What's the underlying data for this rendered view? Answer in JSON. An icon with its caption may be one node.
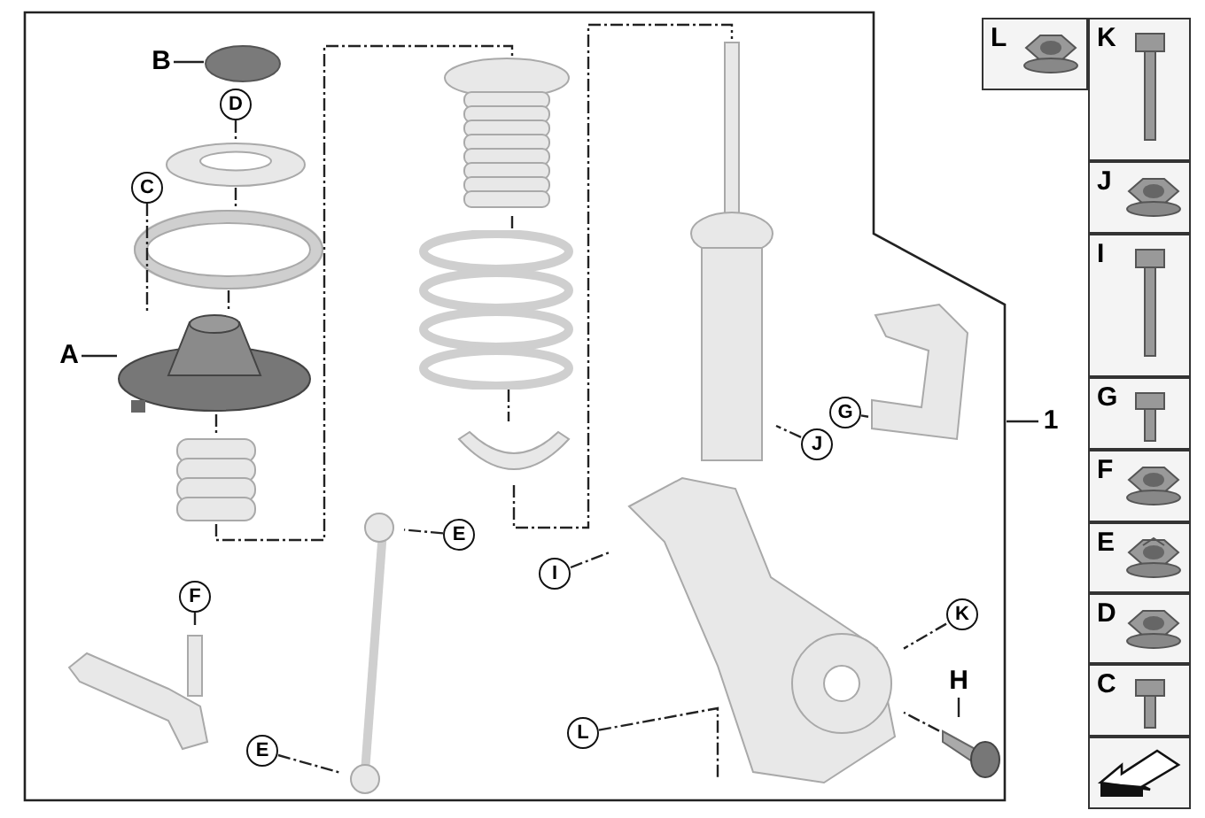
{
  "diagram": {
    "nodes": [
      {
        "text": [],
        "shape": "box"
      },
      {
        "text": [
          "1"
        ]
      },
      {
        "text": [
          "B"
        ],
        "in": 0
      },
      {
        "text": [],
        "shape": "circle",
        "in": 0
      },
      {
        "text": [
          "D"
        ],
        "in": 0
      },
      {
        "text": [],
        "shape": "picture",
        "in": 0
      },
      {
        "text": [
          "C"
        ],
        "in": 0
      },
      {
        "text": [],
        "shape": "picture",
        "in": 0
      },
      {
        "text": [
          "A"
        ],
        "in": 0
      },
      {
        "text": [],
        "shape": "picture",
        "in": 0
      },
      {
        "text": [],
        "shape": "picture",
        "in": 0
      },
      {
        "text": [],
        "shape": "picture",
        "in": 0
      },
      {
        "text": [],
        "shape": "picture",
        "in": 0
      },
      {
        "text": [],
        "shape": "picture",
        "in": 0
      },
      {
        "text": [
          "E"
        ],
        "in": 0
      },
      {
        "text": [],
        "shape": "picture",
        "in": 0
      },
      {
        "text": [
          "F"
        ],
        "in": 0
      },
      {
        "text": [],
        "shape": "picture",
        "in": 0
      },
      {
        "text": [
          "E"
        ],
        "in": 0
      },
      {
        "text": [],
        "shape": "picture",
        "in": 0
      },
      {
        "text": [
          "I"
        ],
        "in": 0
      },
      {
        "text": [],
        "shape": "picture",
        "in": 0
      },
      {
        "text": [
          "J"
        ],
        "in": 0
      },
      {
        "text": [
          "G"
        ],
        "in": 0
      },
      {
        "text": [],
        "shape": "picture",
        "in": 0
      },
      {
        "text": [
          "K"
        ],
        "in": 0
      },
      {
        "text": [
          "H"
        ],
        "in": 0
      },
      {
        "text": [],
        "shape": "picture",
        "in": 0
      },
      {
        "text": [
          "L"
        ],
        "in": 0
      },
      {
        "text": [
          "L"
        ]
      },
      {
        "text": [
          "K"
        ]
      },
      {
        "text": [
          "J"
        ]
      },
      {
        "text": [
          "I"
        ]
      },
      {
        "text": [
          "G"
        ]
      },
      {
        "text": [
          "F"
        ]
      },
      {
        "text": [
          "E"
        ]
      },
      {
        "text": [
          "D"
        ]
      },
      {
        "text": [
          "C"
        ]
      },
      {
        "text": [],
        "shape": "picture"
      }
    ],
    "edges": [
      {
        "from": 1,
        "to": 0,
        "arrow": "none"
      },
      {
        "from": 2,
        "to": 3,
        "arrow": "none"
      },
      {
        "from": 4,
        "to": 5,
        "arrow": "none",
        "style": "dashed"
      },
      {
        "from": 5,
        "to": 7,
        "arrow": "none",
        "style": "dashed"
      },
      {
        "from": 7,
        "to": 9,
        "arrow": "none",
        "style": "dashed"
      },
      {
        "from": 6,
        "to": 9,
        "arrow": "none",
        "style": "dashed"
      },
      {
        "from": 8,
        "to": 9,
        "arrow": "none"
      },
      {
        "from": 9,
        "to": 10,
        "arrow": "none",
        "style": "dashed"
      },
      {
        "from": 10,
        "to": 11,
        "arrow": "none",
        "style": "dashed"
      },
      {
        "from": 11,
        "to": 12,
        "arrow": "none",
        "style": "dashed"
      },
      {
        "from": 12,
        "to": 13,
        "arrow": "none",
        "style": "dashed"
      },
      {
        "from": 13,
        "to": 19,
        "arrow": "none",
        "style": "dashed"
      },
      {
        "from": 14,
        "to": 15,
        "arrow": "none",
        "style": "dashed"
      },
      {
        "from": 16,
        "to": 17,
        "arrow": "none",
        "style": "dashed"
      },
      {
        "from": 18,
        "to": 15,
        "arrow": "none",
        "style": "dashed"
      },
      {
        "from": 20,
        "to": 21,
        "arrow": "none",
        "style": "dashed"
      },
      {
        "from": 22,
        "to": 19,
        "arrow": "none",
        "style": "dashed"
      },
      {
        "from": 23,
        "to": 24,
        "arrow": "none",
        "style": "dashed"
      },
      {
        "from": 25,
        "to": 21,
        "arrow": "none",
        "style": "dashed"
      },
      {
        "from": 26,
        "to": 27,
        "arrow": "none"
      },
      {
        "from": 27,
        "to": 21,
        "arrow": "none",
        "style": "dashed"
      },
      {
        "from": 28,
        "to": 21,
        "arrow": "none",
        "style": "dashed"
      }
    ]
  }
}
